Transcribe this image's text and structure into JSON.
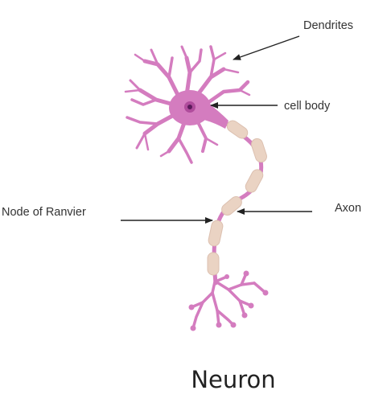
{
  "diagram": {
    "title": "Neuron",
    "labels": {
      "dendrites": "Dendrites",
      "cell_body": "cell body",
      "node_of_ranvier": "Node of Ranvier",
      "axon": "Axon"
    },
    "colors": {
      "neuron": "#d47cbf",
      "nucleus_outer": "#b04c9c",
      "nucleus_inner": "#5a1a5a",
      "myelin_fill": "#ead3c3",
      "myelin_stroke": "#dcc0b0",
      "arrow": "#222222",
      "text": "#333333"
    }
  }
}
